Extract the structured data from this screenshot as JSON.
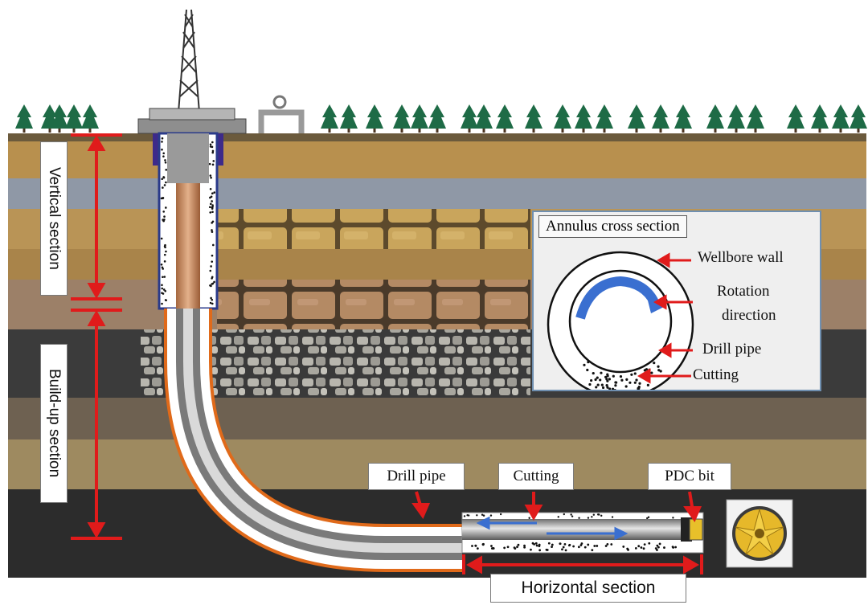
{
  "labels": {
    "vertical_section": "Vertical section",
    "buildup_section": "Build-up section",
    "horizontal_section": "Horizontal section",
    "drill_pipe": "Drill pipe",
    "cutting": "Cutting",
    "pdc_bit": "PDC bit"
  },
  "inset": {
    "title": "Annulus cross section",
    "wellbore_wall": "Wellbore wall",
    "rotation_line1": "Rotation",
    "rotation_line2": "direction",
    "drill_pipe": "Drill pipe",
    "cutting": "Cutting"
  },
  "colors": {
    "arrow_red": "#e01b1b",
    "flow_blue": "#3a6fd0",
    "casing_purple": "#3d2a8a",
    "borehole_orange": "#e06a1a",
    "tree_green": "#1e6b46"
  }
}
